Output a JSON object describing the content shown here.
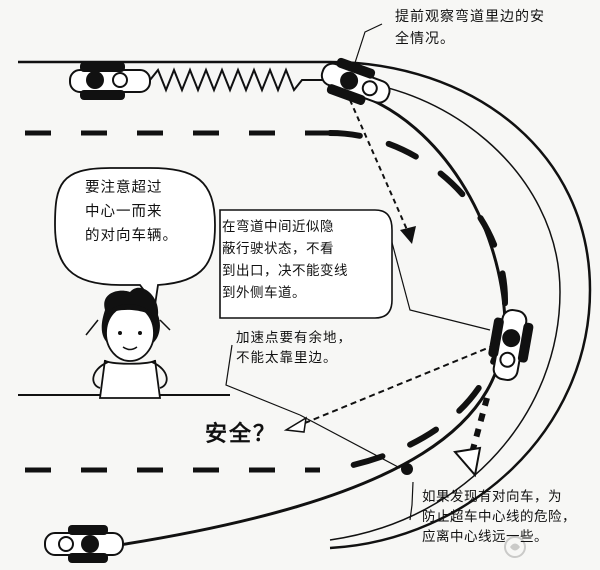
{
  "annotations": {
    "top_right": "提前观察弯道里边的安\n全情况。",
    "bubble": "要注意超过\n中心一而来\n的对向车辆。",
    "middle_box": "在弯道中间近似隐\n蔽行驶状态，不看\n到出口，决不能变线\n到外侧车道。",
    "acceleration": "加速点要有余地，\n不能太靠里边。",
    "safe_question": "安全？",
    "bottom_right": "如果发现有对向车，为\n防止超车中心线的危险，\n应离中心线远一些。"
  },
  "colors": {
    "ink": "#111111",
    "paper": "#f7f7f5",
    "shirt": "#ffffff"
  }
}
